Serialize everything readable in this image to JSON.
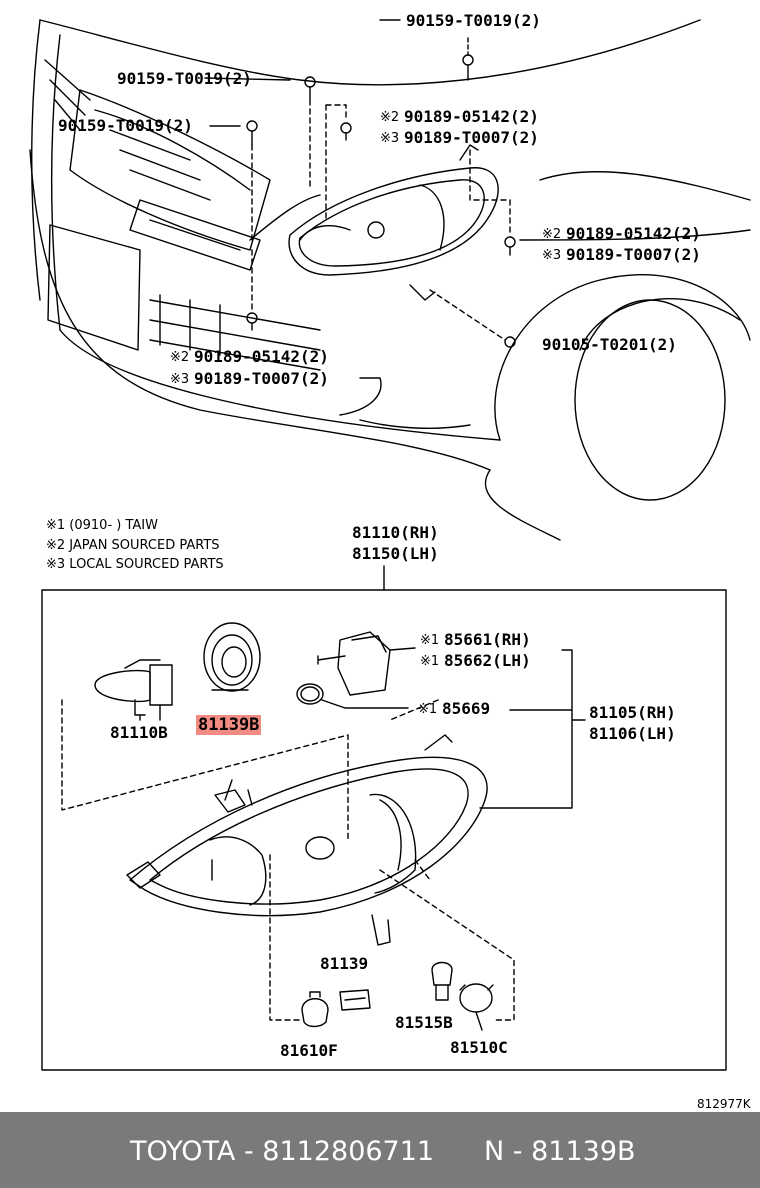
{
  "top_labels": {
    "bolt_top_right": "90159-T0019(2)",
    "bolt_top_left": "90159-T0019(2)",
    "bolt_left": "90159-T0019(2)",
    "screw_a_jp": "90189-05142(2)",
    "screw_a_local": "90189-T0007(2)",
    "screw_b_jp": "90189-05142(2)",
    "screw_b_local": "90189-T0007(2)",
    "screw_c_jp": "90189-05142(2)",
    "screw_c_local": "90189-T0007(2)",
    "bolt_bottom": "90105-T0201(2)"
  },
  "marks": {
    "m1": "※1",
    "m2": "※2",
    "m3": "※3"
  },
  "notes": [
    "※1 (0910-      ) TAIW",
    "※2 JAPAN SOURCED PARTS",
    "※3 LOCAL SOURCED PARTS"
  ],
  "assembly": {
    "rh": "81110(RH)",
    "lh": "81150(LH)"
  },
  "parts": {
    "bulb_hb": "81110B",
    "cap_highlight": "81139B",
    "motor_rh": "85661(RH)",
    "motor_lh": "85662(LH)",
    "oring": "85669",
    "unit_rh": "81105(RH)",
    "unit_lh": "81106(LH)",
    "socket": "81139",
    "bulb_515": "81515B",
    "bulb_510": "81510C",
    "bulb_610": "81610F"
  },
  "figure_code": "812977K",
  "footer": {
    "brand": "TOYOTA - 8112806711",
    "part": "N - 81139B"
  }
}
